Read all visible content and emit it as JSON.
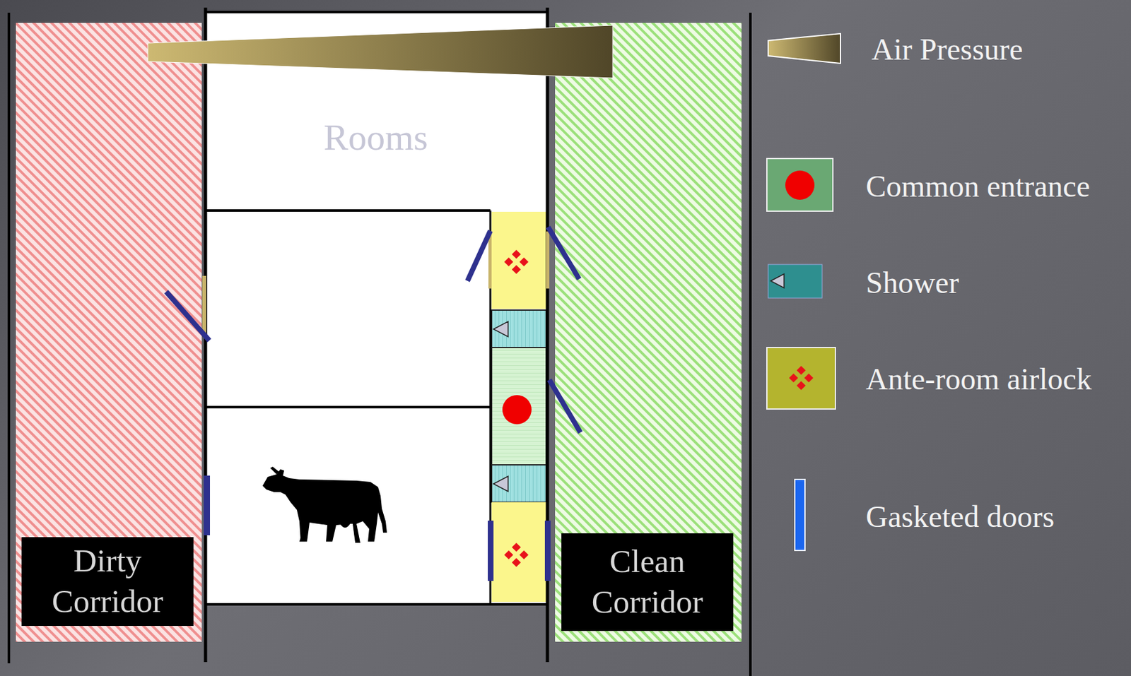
{
  "diagram": {
    "nodes": [
      {
        "text": [
          "Rooms"
        ]
      },
      {
        "text": [
          "Dirty Corridor"
        ]
      },
      {
        "text": [
          "Clean Corridor"
        ]
      }
    ],
    "legend": [
      {
        "text": "Air Pressure"
      },
      {
        "text": "Common entrance"
      },
      {
        "text": "Shower"
      },
      {
        "text": "Ante-room airlock"
      },
      {
        "text": "Gasketed doors"
      }
    ]
  }
}
